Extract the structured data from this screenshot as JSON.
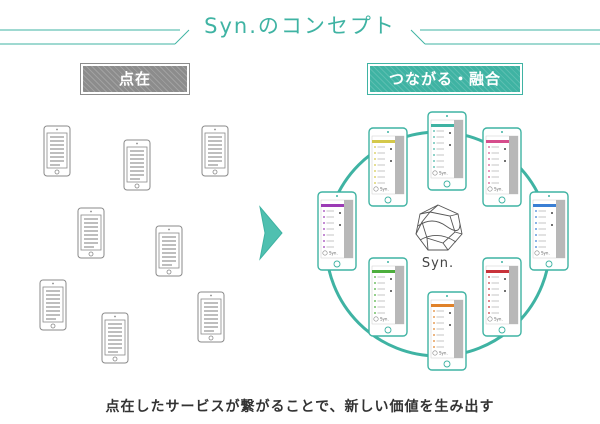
{
  "title": "Syn.のコンセプト",
  "left_label": "点在",
  "right_label": "つながる・融合",
  "center_brand": "Syn.",
  "caption": "点在したサービスが繋がることで、新しい価値を生み出す",
  "phone_brand": "Syn.",
  "colors": {
    "teal": "#3fb3a3",
    "gray_label": "#8c8c8c",
    "accent_yellow": "#d4c84a",
    "accent_pink": "#d64d8c",
    "accent_blue": "#3a7fd4",
    "accent_red": "#c8323a",
    "accent_orange": "#e0822a",
    "accent_green": "#4cae3c",
    "accent_purple": "#9b3bb5",
    "accent_teal": "#3fb3a3"
  },
  "icons": [
    "arrow-right-icon",
    "syn-logo-icon",
    "smartphone-icon"
  ]
}
